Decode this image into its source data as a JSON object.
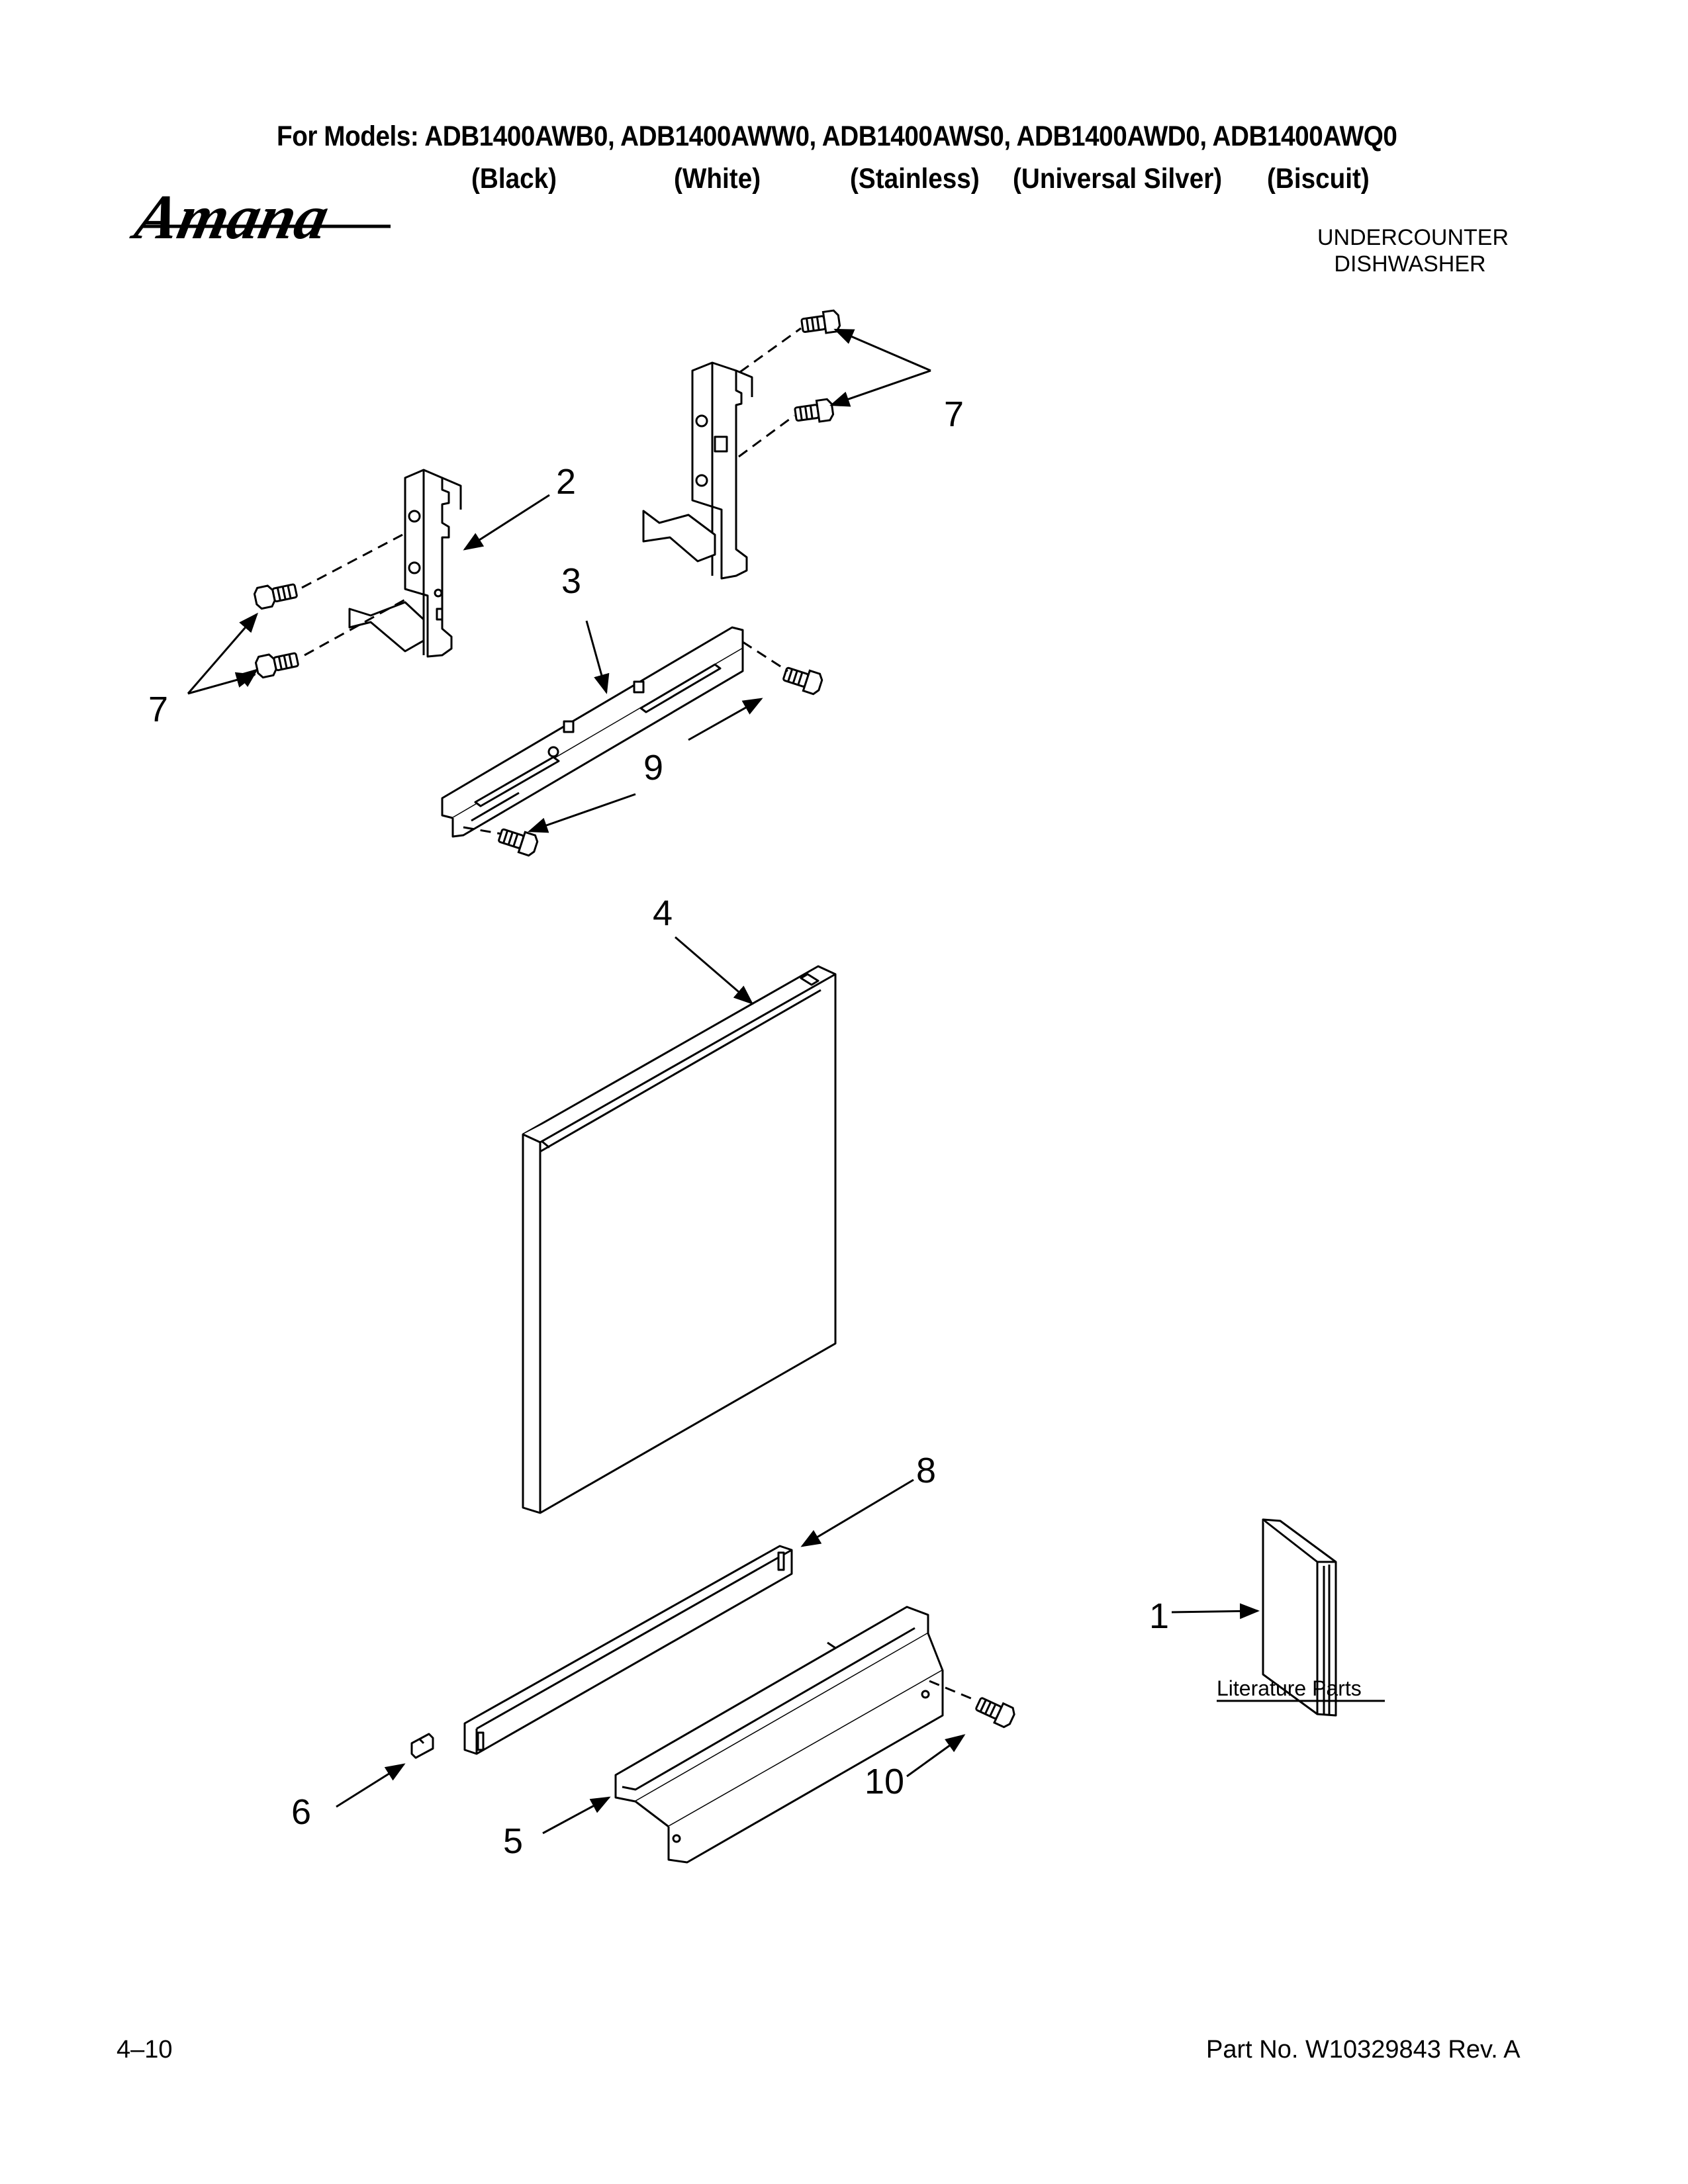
{
  "header": {
    "models_line": "For Models: ADB1400AWB0, ADB1400AWW0, ADB1400AWS0, ADB1400AWD0, ADB1400AWQ0",
    "colors": [
      "(Black)",
      "(White)",
      "(Stainless)",
      "(Universal Silver)",
      "(Biscuit)"
    ],
    "brand": "Amana",
    "product_line1": "UNDERCOUNTER",
    "product_line2": "DISHWASHER"
  },
  "diagram": {
    "callouts": {
      "c1": "1",
      "c2": "2",
      "c3": "3",
      "c4": "4",
      "c5": "5",
      "c6": "6",
      "c7a": "7",
      "c7b": "7",
      "c8": "8",
      "c9": "9",
      "c10": "10"
    },
    "literature_label": "Literature Parts"
  },
  "footer": {
    "page_number": "4–10",
    "part_number": "Part No. W10329843 Rev. A"
  }
}
